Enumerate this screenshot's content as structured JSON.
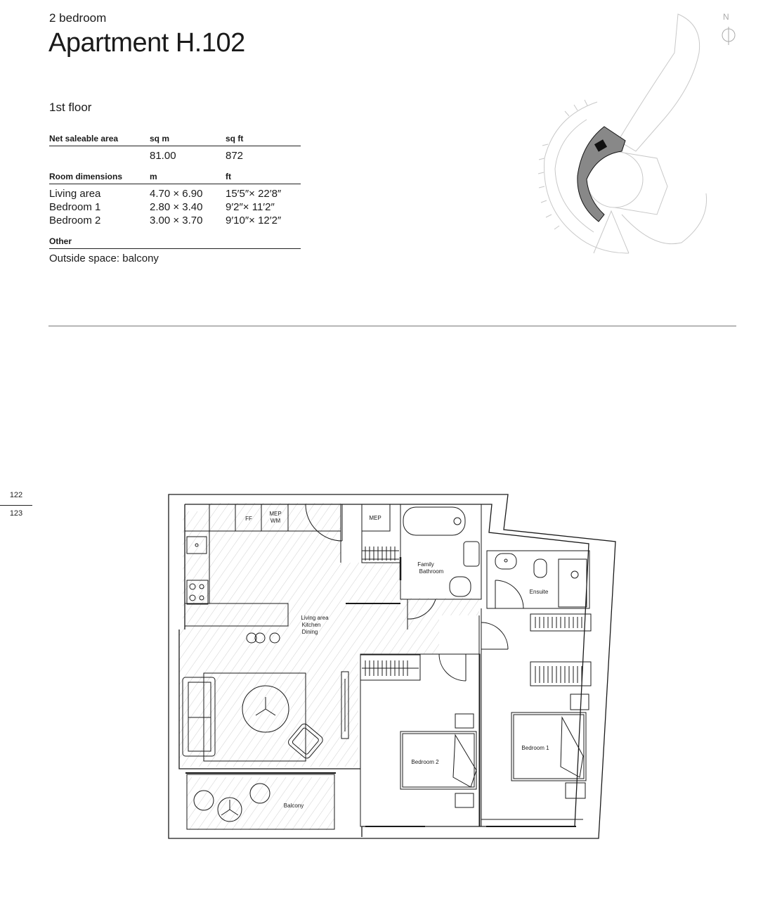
{
  "header": {
    "subtitle": "2 bedroom",
    "title": "Apartment H.102",
    "floor": "1st floor"
  },
  "area": {
    "heading": "Net saleable area",
    "unit_m": "sq m",
    "unit_ft": "sq ft",
    "sqm": "81.00",
    "sqft": "872"
  },
  "dimensions": {
    "heading": "Room dimensions",
    "unit_m": "m",
    "unit_ft": "ft",
    "rows": [
      {
        "room": "Living area",
        "m": "4.70 × 6.90",
        "ft": "15′5″× 22′8″"
      },
      {
        "room": "Bedroom 1",
        "m": "2.80 × 3.40",
        "ft": "9′2″× 11′2″"
      },
      {
        "room": "Bedroom 2",
        "m": "3.00 × 3.70",
        "ft": "9′10″× 12′2″"
      }
    ]
  },
  "other": {
    "heading": "Other",
    "text": "Outside space: balcony"
  },
  "pages": {
    "left": "122",
    "right": "123"
  },
  "compass": {
    "label": "N"
  },
  "plan_labels": {
    "ff": "FF",
    "mep_wm_1": "MEP",
    "mep_wm_2": "WM",
    "mep": "MEP",
    "family_bath_1": "Family",
    "family_bath_2": "Bathroom",
    "ensuite": "Ensuite",
    "living_1": "Living area",
    "living_2": "Kitchen",
    "living_3": "Dining",
    "bedroom2": "Bedroom 2",
    "bedroom1": "Bedroom 1",
    "balcony": "Balcony"
  },
  "colors": {
    "line": "#1a1a1a",
    "hatch": "#bdbdbd",
    "key_highlight": "#111111"
  }
}
